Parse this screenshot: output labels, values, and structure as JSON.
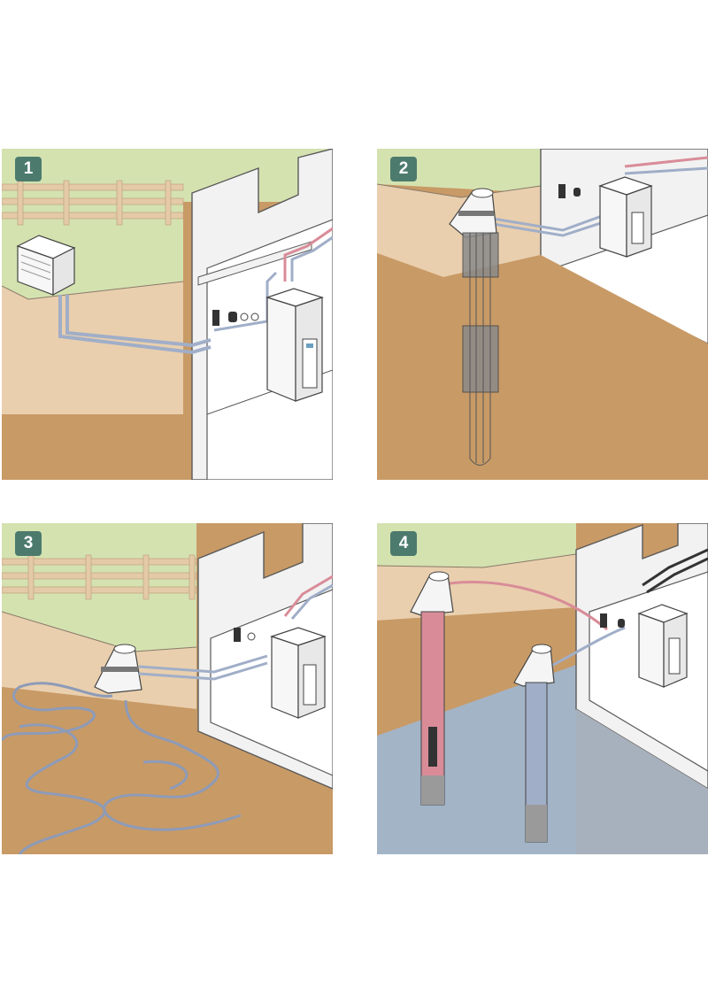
{
  "colors": {
    "grass": "#d4e2b0",
    "soil_light": "#e9cfae",
    "soil_mid": "#dcb88f",
    "soil_dark": "#c89a66",
    "groundwater": "#a3b4c7",
    "wall": "#f2f2f2",
    "wall_edge": "#5a5a5a",
    "pipe_cold": "#a0aec8",
    "pipe_hot": "#d98c98",
    "badge": "#4c7b6d",
    "fence": "#e4caa6"
  },
  "panels": [
    {
      "number": "1",
      "icon": "air-source-heat-pump"
    },
    {
      "number": "2",
      "icon": "vertical-borehole-collector"
    },
    {
      "number": "3",
      "icon": "horizontal-ground-loop"
    },
    {
      "number": "4",
      "icon": "groundwater-well-pair"
    }
  ]
}
